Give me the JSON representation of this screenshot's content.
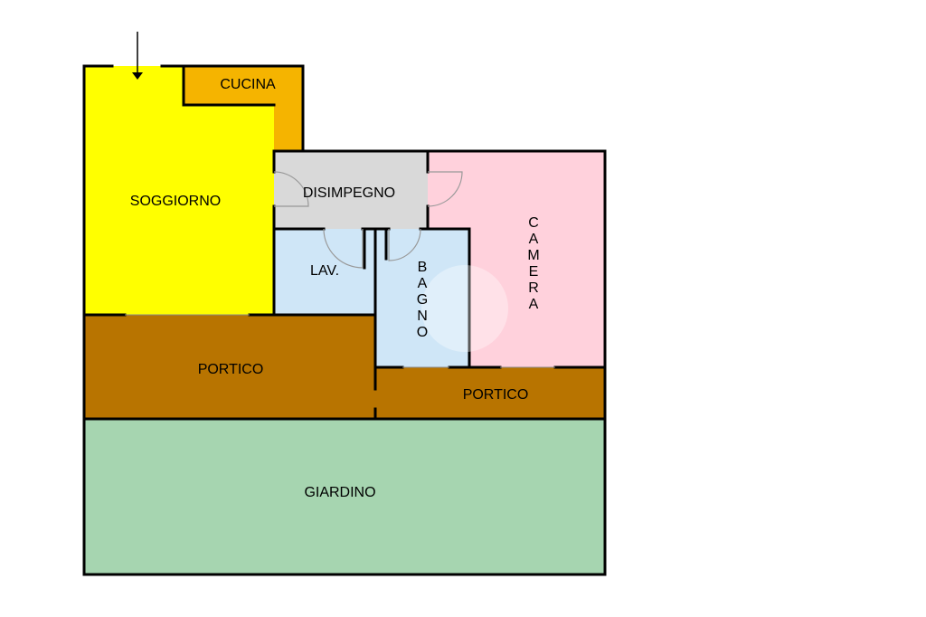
{
  "rooms": {
    "cucina": {
      "label": "CUCINA",
      "color": "#f5b400"
    },
    "soggiorno": {
      "label": "SOGGIORNO",
      "color": "#ffff00"
    },
    "disimpegno": {
      "label": "DISIMPEGNO",
      "color": "#d9d9d9"
    },
    "camera": {
      "label": "CAMERA",
      "letters": [
        "C",
        "A",
        "M",
        "E",
        "R",
        "A"
      ],
      "color": "#ffd1dc"
    },
    "lavanderia": {
      "label": "LAV.",
      "color": "#cfe6f7"
    },
    "bagno": {
      "label": "BAGNO",
      "letters": [
        "B",
        "A",
        "G",
        "N",
        "O"
      ],
      "color": "#cfe6f7"
    },
    "portico_left": {
      "label": "PORTICO",
      "color": "#b87400"
    },
    "portico_right": {
      "label": "PORTICO",
      "color": "#b87400"
    },
    "giardino": {
      "label": "GIARDINO",
      "color": "#a6d5b0"
    }
  },
  "wall_color": "#000000"
}
